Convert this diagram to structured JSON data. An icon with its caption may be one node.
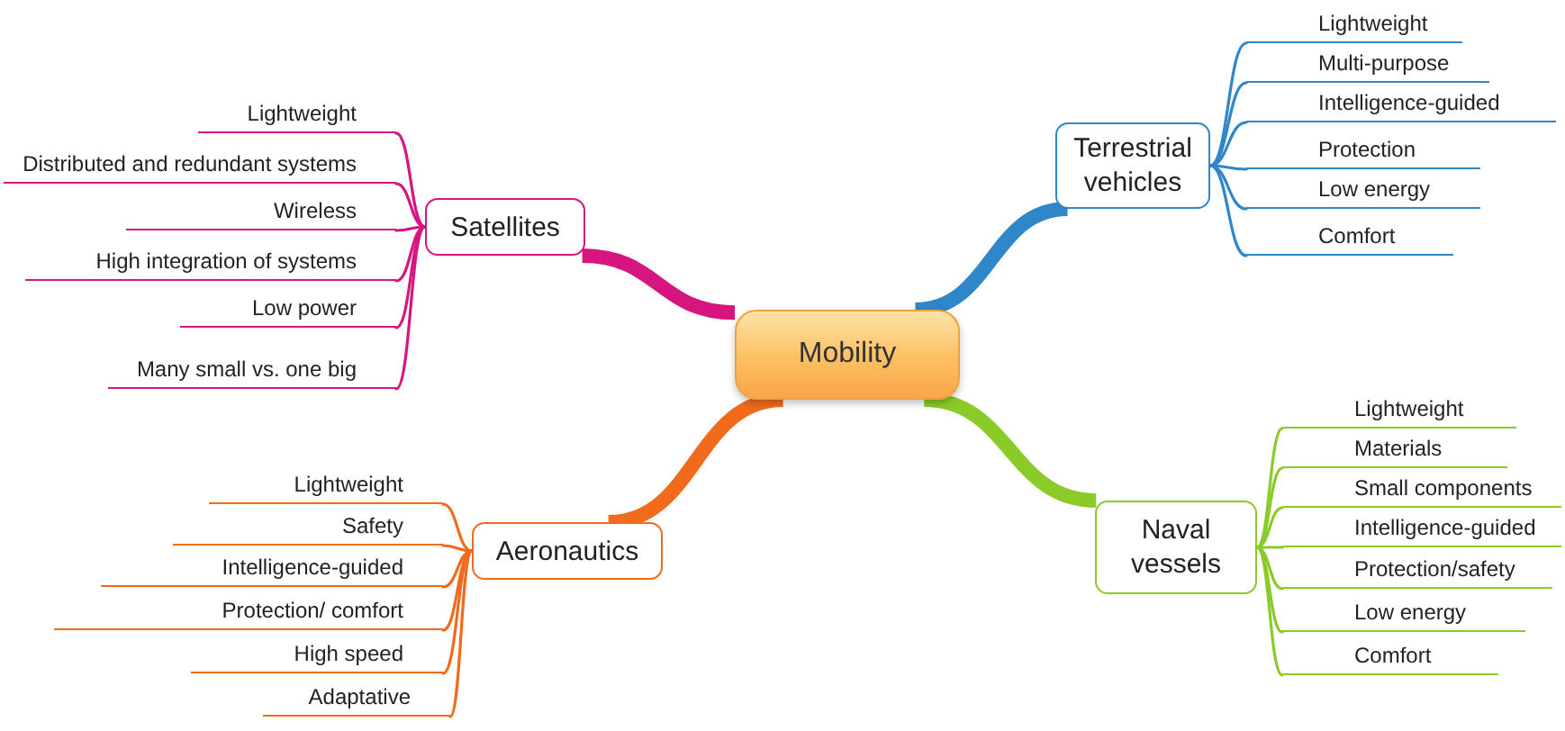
{
  "diagram": {
    "nodes": [
      {
        "text": [
          "Mobility"
        ]
      },
      {
        "text": [
          "Satellites"
        ]
      },
      {
        "text": [
          "Lightweight"
        ]
      },
      {
        "text": [
          "Distributed and redundant systems"
        ]
      },
      {
        "text": [
          "Wireless"
        ]
      },
      {
        "text": [
          "High integration of systems"
        ]
      },
      {
        "text": [
          "Low power"
        ]
      },
      {
        "text": [
          "Many small vs. one big"
        ]
      },
      {
        "text": [
          "Terrestrial vehicles"
        ]
      },
      {
        "text": [
          "Lightweight"
        ]
      },
      {
        "text": [
          "Multi-purpose"
        ]
      },
      {
        "text": [
          "Intelligence-guided"
        ]
      },
      {
        "text": [
          "Protection"
        ]
      },
      {
        "text": [
          "Low energy"
        ]
      },
      {
        "text": [
          "Comfort"
        ]
      },
      {
        "text": [
          "Aeronautics"
        ]
      },
      {
        "text": [
          "Lightweight"
        ]
      },
      {
        "text": [
          "Safety"
        ]
      },
      {
        "text": [
          "Intelligence-guided"
        ]
      },
      {
        "text": [
          "Protection/ comfort"
        ]
      },
      {
        "text": [
          "High speed"
        ]
      },
      {
        "text": [
          "Adaptative"
        ]
      },
      {
        "text": [
          "Naval vessels"
        ]
      },
      {
        "text": [
          "Lightweight"
        ]
      },
      {
        "text": [
          "Materials"
        ]
      },
      {
        "text": [
          "Small components"
        ]
      },
      {
        "text": [
          "Intelligence-guided"
        ]
      },
      {
        "text": [
          "Protection/safety"
        ]
      },
      {
        "text": [
          "Low energy"
        ]
      },
      {
        "text": [
          "Comfort"
        ]
      }
    ],
    "edges": [
      {
        "from": 0,
        "to": 1,
        "arrow": "none",
        "style": "thick",
        "color": "#d6157f"
      },
      {
        "from": 0,
        "to": 8,
        "arrow": "none",
        "style": "thick",
        "color": "#2f86c8"
      },
      {
        "from": 0,
        "to": 15,
        "arrow": "none",
        "style": "thick",
        "color": "#f26b1d"
      },
      {
        "from": 0,
        "to": 22,
        "arrow": "none",
        "style": "thick",
        "color": "#8acb2a"
      },
      {
        "from": 1,
        "to": 2,
        "arrow": "none",
        "color": "#d6157f"
      },
      {
        "from": 1,
        "to": 3,
        "arrow": "none",
        "color": "#d6157f"
      },
      {
        "from": 1,
        "to": 4,
        "arrow": "none",
        "color": "#d6157f"
      },
      {
        "from": 1,
        "to": 5,
        "arrow": "none",
        "color": "#d6157f"
      },
      {
        "from": 1,
        "to": 6,
        "arrow": "none",
        "color": "#d6157f"
      },
      {
        "from": 1,
        "to": 7,
        "arrow": "none",
        "color": "#d6157f"
      },
      {
        "from": 8,
        "to": 9,
        "arrow": "none",
        "color": "#2f86c8"
      },
      {
        "from": 8,
        "to": 10,
        "arrow": "none",
        "color": "#2f86c8"
      },
      {
        "from": 8,
        "to": 11,
        "arrow": "none",
        "color": "#2f86c8"
      },
      {
        "from": 8,
        "to": 12,
        "arrow": "none",
        "color": "#2f86c8"
      },
      {
        "from": 8,
        "to": 13,
        "arrow": "none",
        "color": "#2f86c8"
      },
      {
        "from": 8,
        "to": 14,
        "arrow": "none",
        "color": "#2f86c8"
      },
      {
        "from": 15,
        "to": 16,
        "arrow": "none",
        "color": "#f26b1d"
      },
      {
        "from": 15,
        "to": 17,
        "arrow": "none",
        "color": "#f26b1d"
      },
      {
        "from": 15,
        "to": 18,
        "arrow": "none",
        "color": "#f26b1d"
      },
      {
        "from": 15,
        "to": 19,
        "arrow": "none",
        "color": "#f26b1d"
      },
      {
        "from": 15,
        "to": 20,
        "arrow": "none",
        "color": "#f26b1d"
      },
      {
        "from": 15,
        "to": 21,
        "arrow": "none",
        "color": "#f26b1d"
      },
      {
        "from": 22,
        "to": 23,
        "arrow": "none",
        "color": "#8acb2a"
      },
      {
        "from": 22,
        "to": 24,
        "arrow": "none",
        "color": "#8acb2a"
      },
      {
        "from": 22,
        "to": 25,
        "arrow": "none",
        "color": "#8acb2a"
      },
      {
        "from": 22,
        "to": 26,
        "arrow": "none",
        "color": "#8acb2a"
      },
      {
        "from": 22,
        "to": 27,
        "arrow": "none",
        "color": "#8acb2a"
      },
      {
        "from": 22,
        "to": 28,
        "arrow": "none",
        "color": "#8acb2a"
      },
      {
        "from": 22,
        "to": 29,
        "arrow": "none",
        "color": "#8acb2a"
      }
    ]
  }
}
